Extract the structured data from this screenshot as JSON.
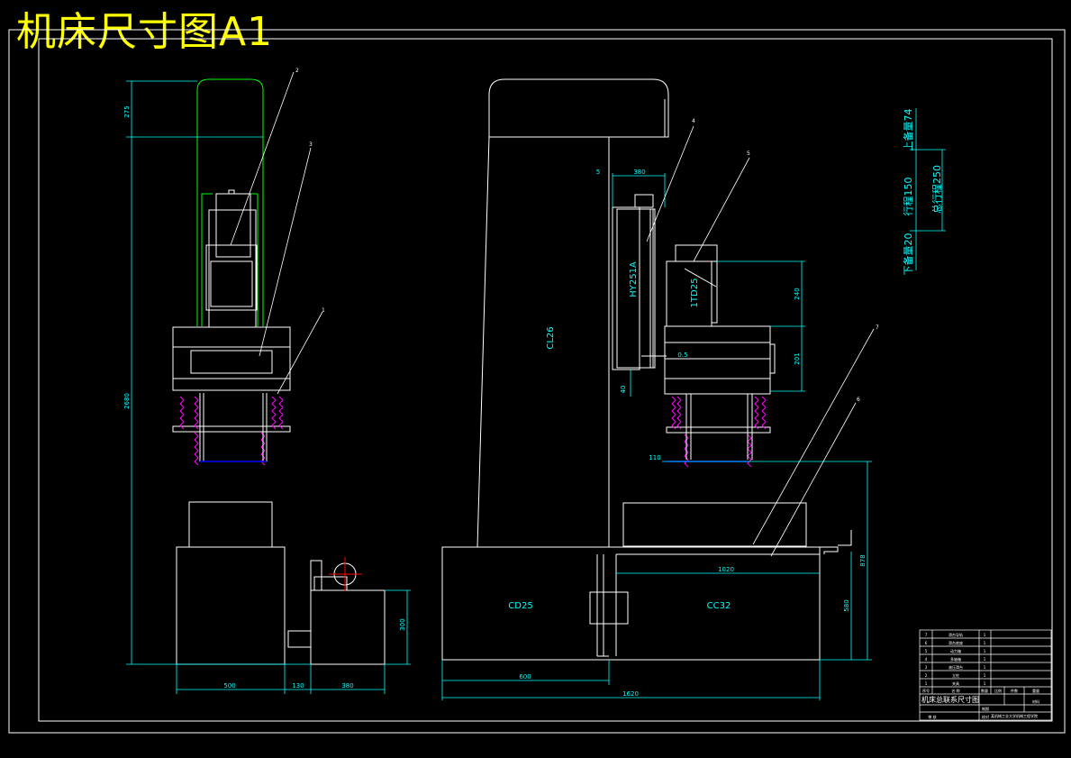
{
  "title": "机床尺寸图A1",
  "colors": {
    "frame": "#ffffff",
    "dim": "#00ffff",
    "guard": "#00ff00",
    "leader": "#ffffff",
    "center": "#ff0000",
    "spring": "#ff00ff",
    "title": "#ffff00",
    "slot": "#0000ff"
  },
  "labels": {
    "cl26": "CL26",
    "cd25": "CD25",
    "cc32": "CC32",
    "hy251a": "HY251A",
    "itd25": "1TD25",
    "travel_up": "上备量74",
    "travel": "行程150",
    "travel_total": "总行程250",
    "travel_down": "下备量20",
    "balloon_1": "1",
    "balloon_2": "2",
    "balloon_3": "3",
    "balloon_4": "4",
    "balloon_5": "5",
    "balloon_6": "6",
    "balloon_7": "7"
  },
  "dims": {
    "d275": "275",
    "d2680": "2680",
    "d500": "500",
    "d130": "130",
    "d380": "380",
    "d300": "300",
    "d600": "600",
    "d1620": "1620",
    "d1020": "1020",
    "d580": "580",
    "d878": "878",
    "d110": "110",
    "d5": "5",
    "d380t": "380",
    "d240": "240",
    "d40": "40",
    "d05": "0.5",
    "d201": "201"
  },
  "title_block": {
    "drawing_name": "机床总联系尺寸图",
    "company": "某机械工业大学机械工程学院",
    "rows": [
      [
        "7",
        "滑台导轨",
        "1"
      ],
      [
        "6",
        "滑台底座",
        "1"
      ],
      [
        "5",
        "动力箱",
        "1"
      ],
      [
        "4",
        "多轴箱",
        "1"
      ],
      [
        "3",
        "液压滑台",
        "1"
      ],
      [
        "2",
        "立柱",
        "1"
      ],
      [
        "1",
        "夹具",
        "1"
      ]
    ],
    "header": [
      "序号",
      "名 称",
      "数量"
    ],
    "cells": {
      "scale": "比例",
      "sheet": "件数",
      "weight": "重量",
      "drawn": "制图",
      "checked": "校对",
      "material": "材料",
      "approve": "审 核"
    }
  }
}
